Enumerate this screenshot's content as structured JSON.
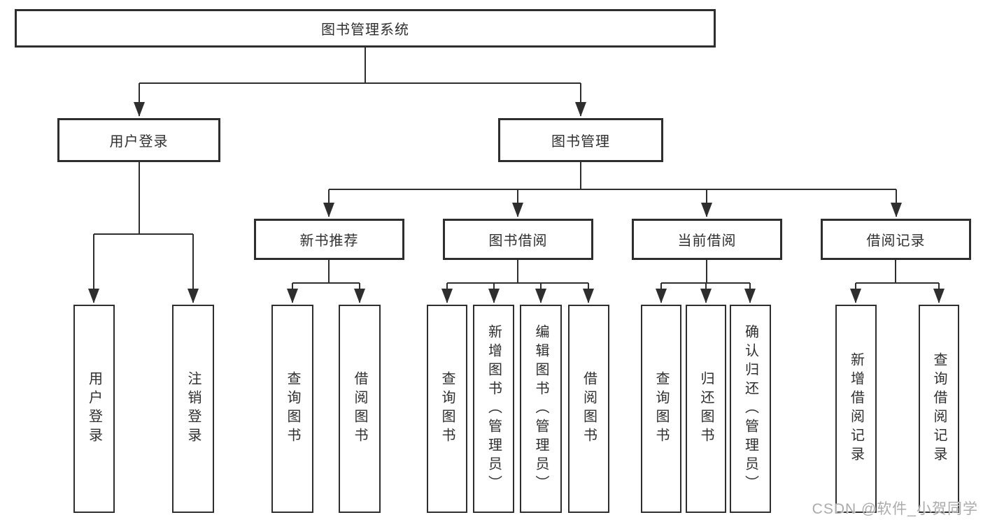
{
  "diagram": {
    "type": "hierarchy-tree",
    "root": {
      "label": "图书管理系统",
      "children": [
        {
          "label": "用户登录",
          "children": [
            {
              "label": "用户登录"
            },
            {
              "label": "注销登录"
            }
          ]
        },
        {
          "label": "图书管理",
          "children": [
            {
              "label": "新书推荐",
              "children": [
                {
                  "label": "查询图书"
                },
                {
                  "label": "借阅图书"
                }
              ]
            },
            {
              "label": "图书借阅",
              "children": [
                {
                  "label": "查询图书"
                },
                {
                  "label": "新增图书（管理员）"
                },
                {
                  "label": "编辑图书（管理员）"
                },
                {
                  "label": "借阅图书"
                }
              ]
            },
            {
              "label": "当前借阅",
              "children": [
                {
                  "label": "查询图书"
                },
                {
                  "label": "归还图书"
                },
                {
                  "label": "确认归还（管理员）"
                }
              ]
            },
            {
              "label": "借阅记录",
              "children": [
                {
                  "label": "新增借阅记录"
                },
                {
                  "label": "查询借阅记录"
                }
              ]
            }
          ]
        }
      ]
    }
  },
  "watermark": {
    "text": "CSDN @软件_小贺同学"
  },
  "colors": {
    "line": "#2e2e2e",
    "text": "#2f2f2f",
    "watermark": "#ababab",
    "background": "#ffffff"
  }
}
